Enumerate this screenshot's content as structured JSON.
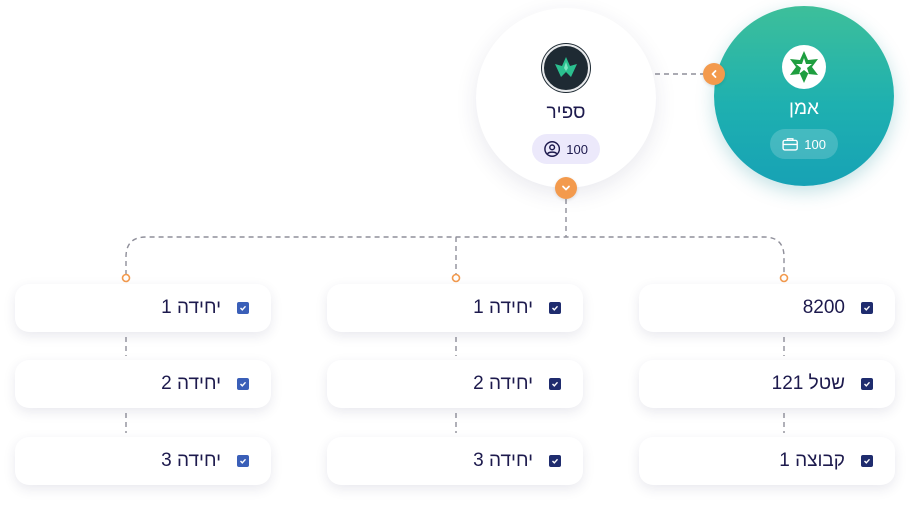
{
  "nodes": {
    "sapir": {
      "title": "ספיר",
      "count": "100",
      "count_icon": "user-circle-icon",
      "logo": "sapir-logo"
    },
    "aman": {
      "title": "אמן",
      "count": "100",
      "count_icon": "briefcase-icon",
      "logo": "aman-logo"
    }
  },
  "columns": {
    "right": {
      "items": [
        "8200",
        "שטל 121",
        "קבוצה 1"
      ]
    },
    "middle": {
      "items": [
        "יחידה 1",
        "יחידה 2",
        "יחידה 3"
      ]
    },
    "left": {
      "items": [
        "יחידה 1",
        "יחידה 2",
        "יחידה 3"
      ]
    }
  },
  "colors": {
    "accent_orange": "#f39a4d",
    "aman_gradient_top": "#3dbf9a",
    "aman_gradient_bottom": "#17a2b5",
    "text": "#1d1a4d",
    "check": "#1f2c6e"
  }
}
